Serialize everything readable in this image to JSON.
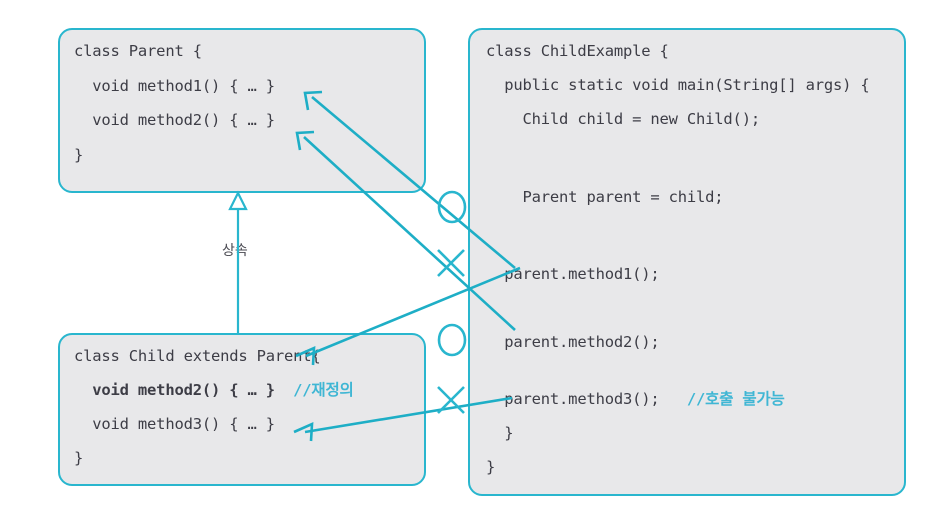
{
  "diagram": {
    "title": "Java inheritance and polymorphism diagram",
    "accent_color": "#29b6ce",
    "box_fill": "#e8e8ea",
    "code_color": "#3d3d46",
    "comment_color": "#3fb6d4"
  },
  "parent_class": {
    "name": "Parent",
    "lines": [
      "class Parent {",
      "  void method1() { … }",
      "  void method2() { … }",
      "}"
    ]
  },
  "child_class": {
    "name": "Child",
    "line_header": "class Child extends Parent{",
    "line_method2_code": "  void method2() { … }  ",
    "line_method2_comment": "//재정의",
    "line_method3": "  void method3() { … }",
    "line_close": "}"
  },
  "example_class": {
    "name": "ChildExample",
    "line_header": "class ChildExample {",
    "line_main": "  public static void main(String[] args) {",
    "line_new_child": "    Child child = new Child();",
    "line_upcast": "    Parent parent = child;",
    "line_call1": "  parent.method1();",
    "line_call2": "  parent.method2();",
    "line_call3_code": "  parent.method3();   ",
    "line_call3_comment": "//호출 불가능",
    "line_close_main": "  }",
    "line_close_class": "}"
  },
  "inheritance": {
    "label": "상속"
  }
}
